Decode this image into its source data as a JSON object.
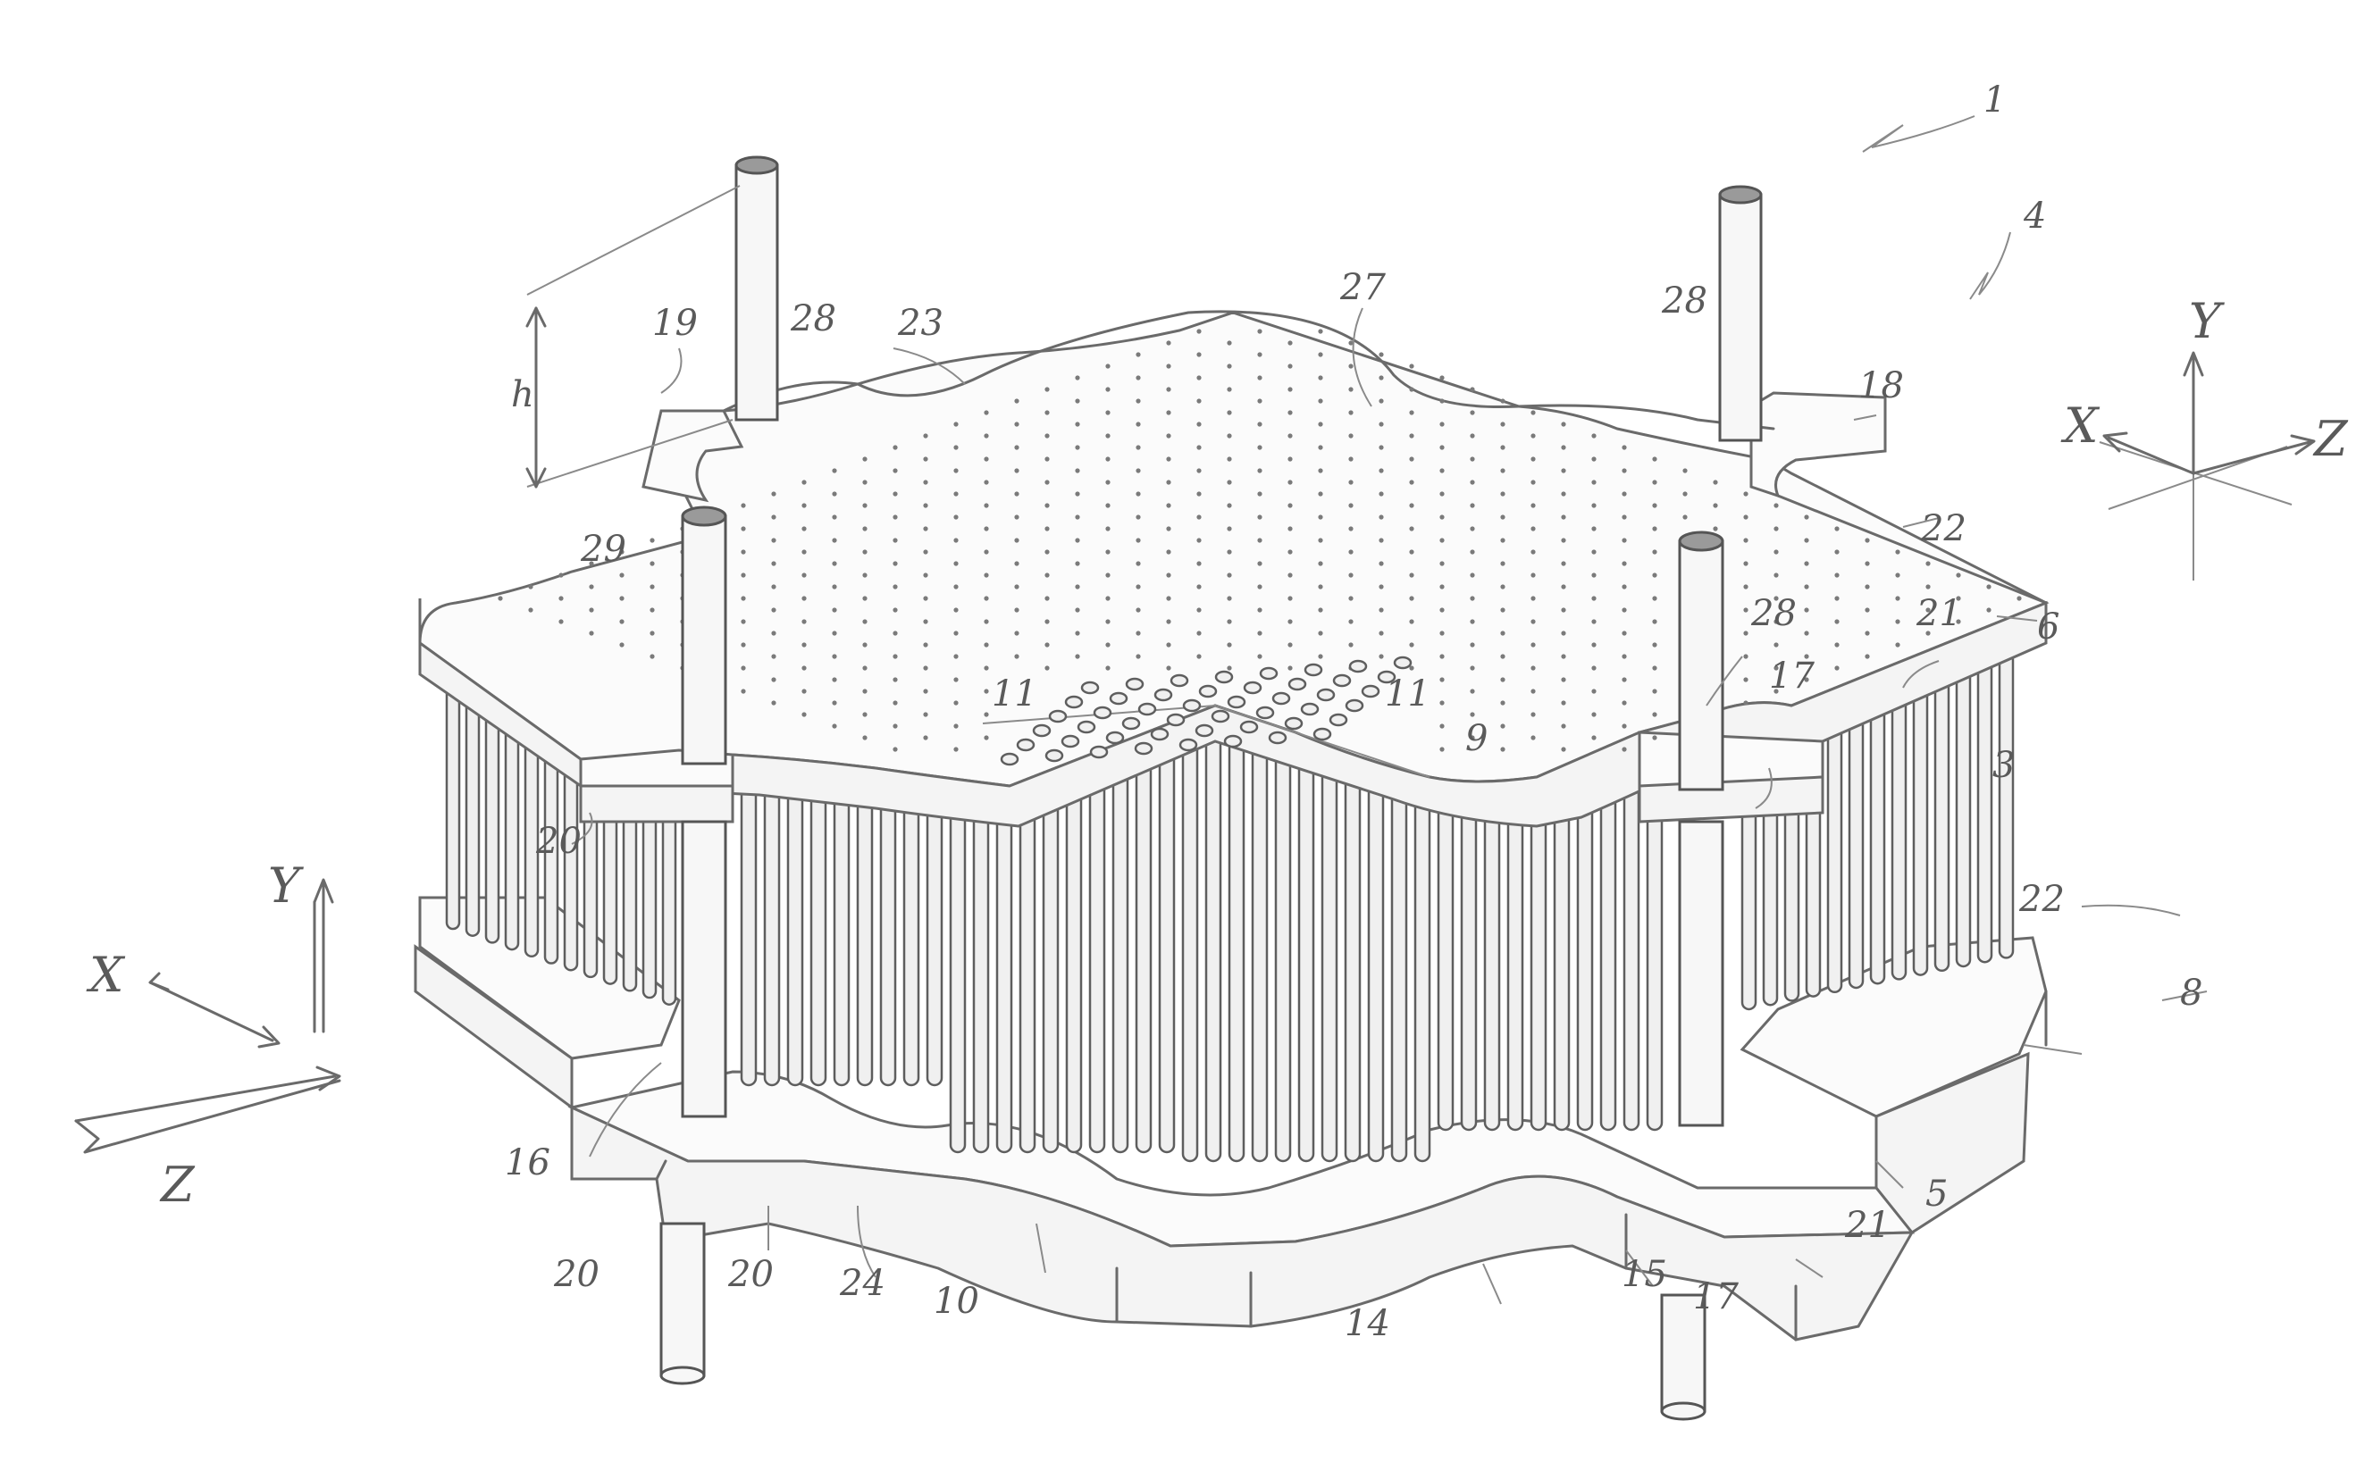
{
  "figure": {
    "labels": [
      {
        "id": "ref-1",
        "text": "1"
      },
      {
        "id": "ref-4",
        "text": "4"
      },
      {
        "id": "ref-27",
        "text": "27"
      },
      {
        "id": "ref-23",
        "text": "23"
      },
      {
        "id": "ref-28-left",
        "text": "28"
      },
      {
        "id": "ref-28-right",
        "text": "28"
      },
      {
        "id": "ref-19",
        "text": "19"
      },
      {
        "id": "ref-h",
        "text": "h"
      },
      {
        "id": "ref-18",
        "text": "18"
      },
      {
        "id": "ref-22-top",
        "text": "22"
      },
      {
        "id": "ref-6",
        "text": "6"
      },
      {
        "id": "ref-21-top",
        "text": "21"
      },
      {
        "id": "ref-29",
        "text": "29"
      },
      {
        "id": "ref-28-front",
        "text": "28"
      },
      {
        "id": "ref-17-top",
        "text": "17"
      },
      {
        "id": "ref-3",
        "text": "3"
      },
      {
        "id": "ref-11-a",
        "text": "11"
      },
      {
        "id": "ref-11-b",
        "text": "11"
      },
      {
        "id": "ref-9",
        "text": "9"
      },
      {
        "id": "ref-20-top",
        "text": "20"
      },
      {
        "id": "ref-22-right",
        "text": "22"
      },
      {
        "id": "ref-8",
        "text": "8"
      },
      {
        "id": "ref-16",
        "text": "16"
      },
      {
        "id": "ref-5",
        "text": "5"
      },
      {
        "id": "ref-21-bottom",
        "text": "21"
      },
      {
        "id": "ref-20-a",
        "text": "20"
      },
      {
        "id": "ref-20-b",
        "text": "20"
      },
      {
        "id": "ref-24",
        "text": "24"
      },
      {
        "id": "ref-10",
        "text": "10"
      },
      {
        "id": "ref-14",
        "text": "14"
      },
      {
        "id": "ref-15",
        "text": "15"
      },
      {
        "id": "ref-17-bottom",
        "text": "17"
      }
    ],
    "axes_right": {
      "x": "X",
      "y": "Y",
      "z": "Z"
    },
    "axes_left": {
      "x": "X",
      "y": "Y",
      "z": "Z"
    }
  }
}
